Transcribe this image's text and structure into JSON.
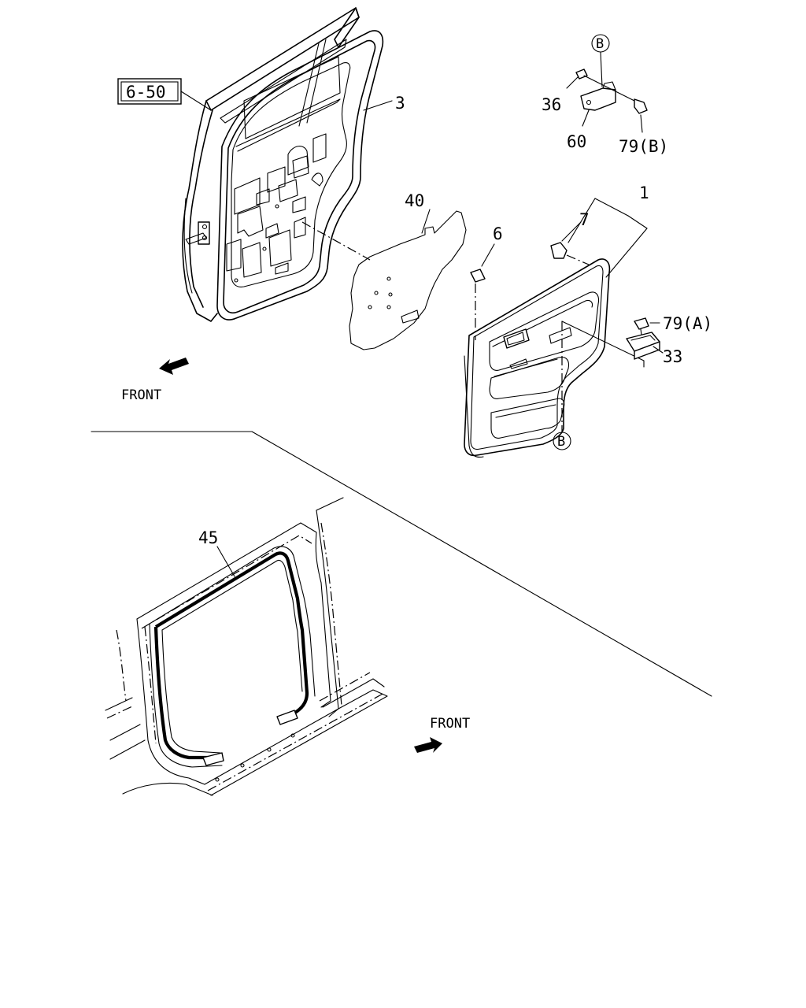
{
  "callouts": {
    "ref_box": "6-50",
    "c3": "3",
    "c36": "36",
    "c60": "60",
    "c79b": "79(B)",
    "cB_top": "B",
    "c40": "40",
    "c6": "6",
    "c7": "7",
    "c1": "1",
    "c79a": "79(A)",
    "c33": "33",
    "cB_bottom": "B",
    "c45": "45"
  },
  "front_labels": {
    "upper": "FRONT",
    "lower": "FRONT"
  },
  "icons": {
    "arrow_upper": "front-arrow-left-icon",
    "arrow_lower": "front-arrow-right-icon"
  }
}
